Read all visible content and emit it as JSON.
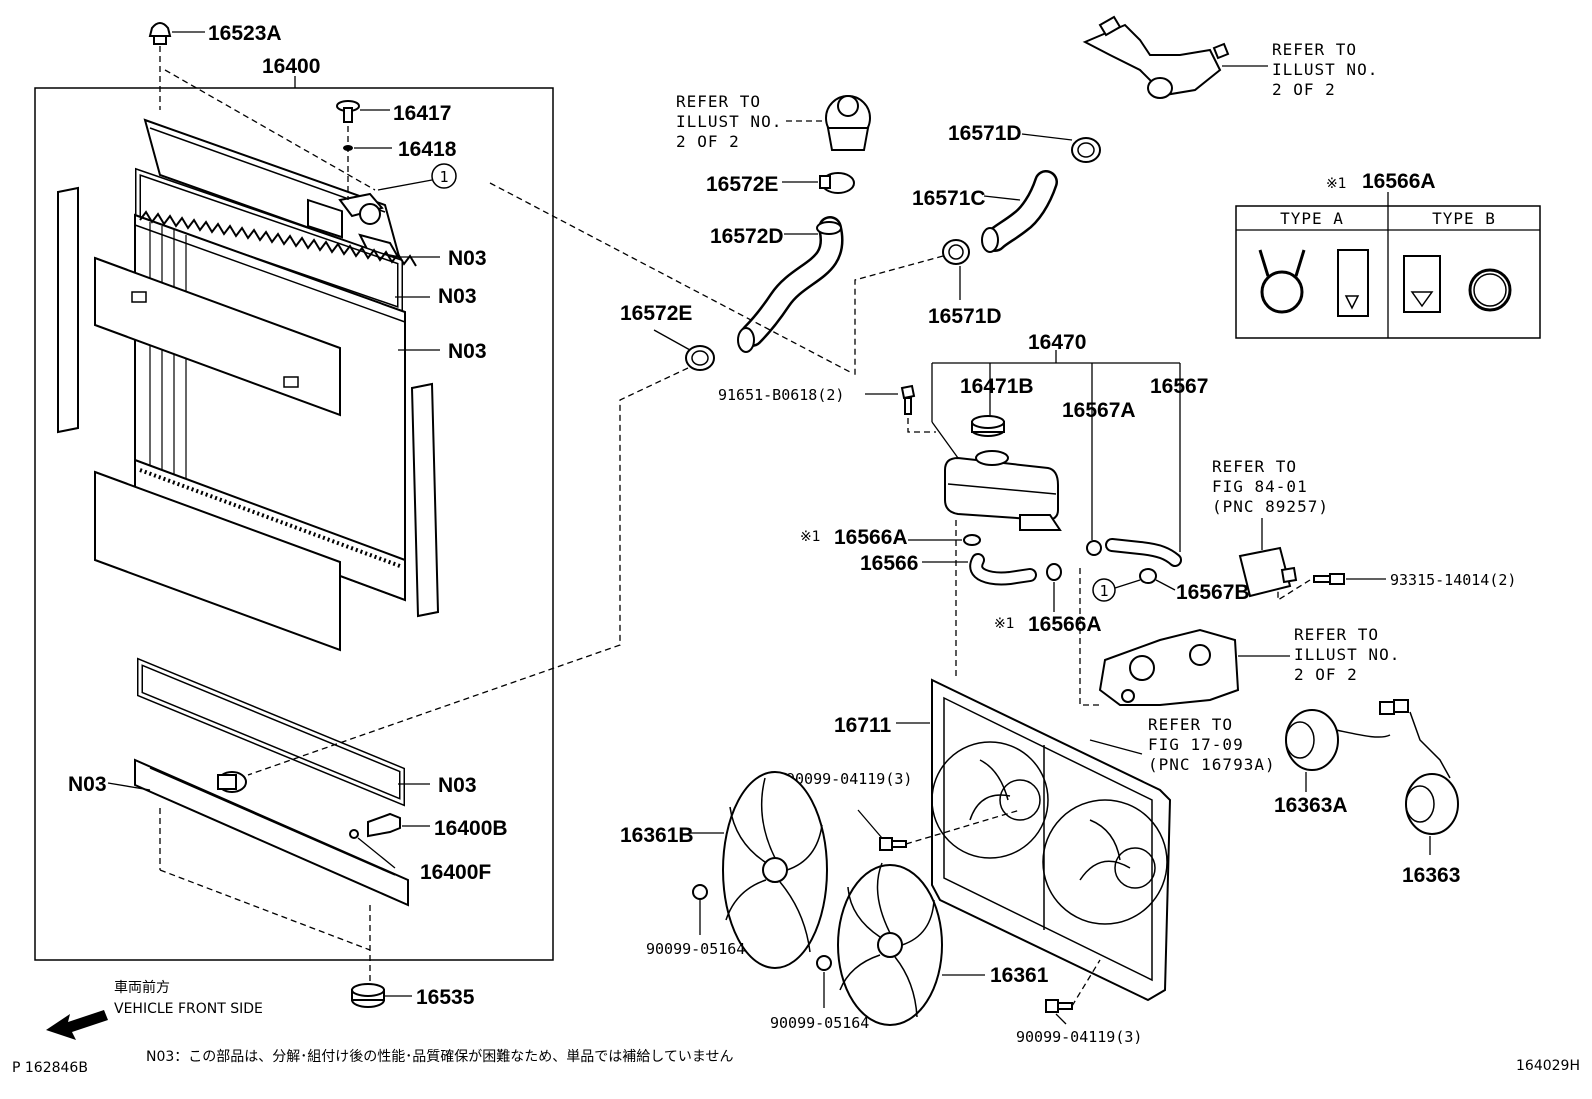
{
  "diagram": {
    "parts": {
      "p16523A": "16523A",
      "p16400": "16400",
      "p16417": "16417",
      "p16418": "16418",
      "n03_1": "N03",
      "n03_2": "N03",
      "n03_3": "N03",
      "n03_4": "N03",
      "n03_5": "N03",
      "p16400B": "16400B",
      "p16400F": "16400F",
      "p16535": "16535",
      "p16572E_top": "16572E",
      "p16572D": "16572D",
      "p16572E_left": "16572E",
      "p16571D_top": "16571D",
      "p16571C": "16571C",
      "p16571D_bot": "16571D",
      "p16566A_title": "16566A",
      "p16470": "16470",
      "p16471B": "16471B",
      "p16567A": "16567A",
      "p16567": "16567",
      "p91651": "91651-B0618(2)",
      "p16566A_mid": "16566A",
      "p16566": "16566",
      "p16566A_low": "16566A",
      "p16567B": "16567B",
      "p93315": "93315-14014(2)",
      "p16711": "16711",
      "p90099_04119a": "90099-04119(3)",
      "p16361B": "16361B",
      "p90099_05164a": "90099-05164",
      "p90099_05164b": "90099-05164",
      "p16361": "16361",
      "p90099_04119b": "90099-04119(3)",
      "p16363A": "16363A",
      "p16363": "16363"
    },
    "refs": {
      "ref_thermo_1": "REFER TO",
      "ref_thermo_2": "ILLUST NO.",
      "ref_thermo_3": "2 OF 2",
      "ref_pipe_1": "REFER TO",
      "ref_pipe_2": "ILLUST NO.",
      "ref_pipe_3": "2 OF 2",
      "ref_fig84_1": "REFER TO",
      "ref_fig84_2": "FIG 84-01",
      "ref_fig84_3": "(PNC 89257)",
      "ref_housing_1": "REFER TO",
      "ref_housing_2": "ILLUST NO.",
      "ref_housing_3": "2 OF 2",
      "ref_fig17_1": "REFER TO",
      "ref_fig17_2": "FIG 17-09",
      "ref_fig17_3": "(PNC 16793A)"
    },
    "clip_table": {
      "mark": "※1",
      "type_a": "TYPE A",
      "type_b": "TYPE B"
    },
    "marks": {
      "kome_mid": "※1",
      "kome_low": "※1",
      "circle_one_a": "1",
      "circle_one_b": "1"
    },
    "footer": {
      "front_jp": "車両前方",
      "front_en": "VEHICLE FRONT SIDE",
      "left_code": "P 162846B",
      "note": "N03：この部品は、分解･組付け後の性能･品質確保が困難なため、単品では補給していません",
      "right_code": "164029H"
    }
  }
}
